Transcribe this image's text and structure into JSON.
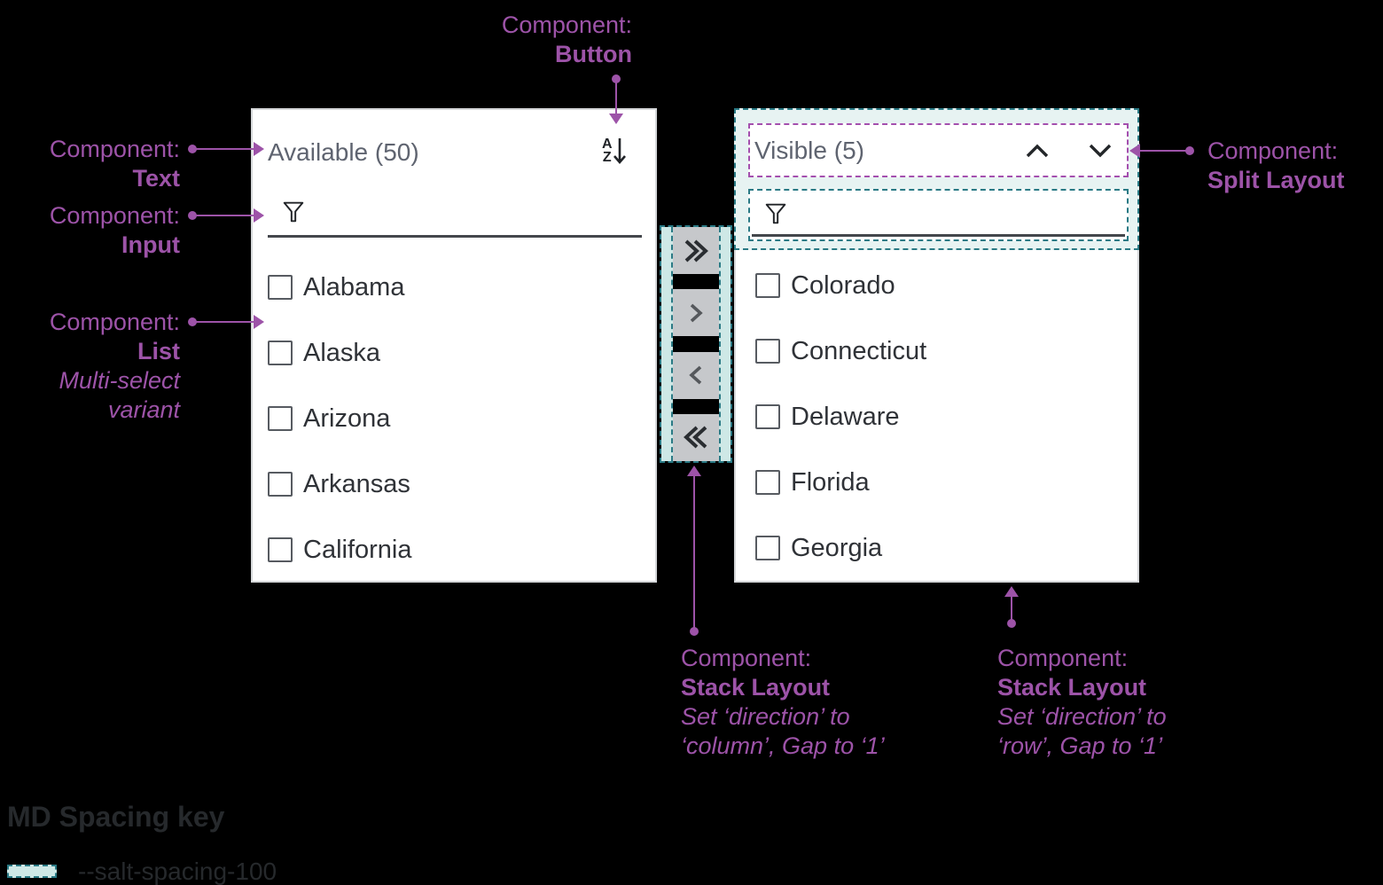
{
  "colors": {
    "page_bg": "#000000",
    "accent_purple": "#9D53A8",
    "purple_dash": "#A44FAE",
    "teal_border": "#2A7A85",
    "teal_fill_light": "#E7F3F2",
    "teal_fill": "#CEE8E6",
    "panel_bg": "#FFFFFF",
    "header_text": "#5F6470",
    "item_text": "#2F3237",
    "button_gray": "#C6C8CB",
    "dark_text": "#26292C"
  },
  "annotations": {
    "button": {
      "prefix": "Component:",
      "label": "Button"
    },
    "text": {
      "prefix": "Component:",
      "label": "Text"
    },
    "input": {
      "prefix": "Component:",
      "label": "Input"
    },
    "list": {
      "prefix": "Component:",
      "label": "List",
      "note_line1": "Multi-select",
      "note_line2": "variant"
    },
    "split_layout": {
      "prefix": "Component:",
      "label": "Split Layout"
    },
    "stack_column": {
      "prefix": "Component:",
      "label": "Stack Layout",
      "note_line1": "Set ‘direction’ to",
      "note_line2": "‘column’, Gap to ‘1’"
    },
    "stack_row": {
      "prefix": "Component:",
      "label": "Stack Layout",
      "note_line1": "Set ‘direction’ to",
      "note_line2": "‘row’, Gap to ‘1’"
    }
  },
  "left_panel": {
    "header": "Available (50)",
    "sort_icon": "sort-az-descending-icon",
    "sort_letter_top": "A",
    "sort_letter_bottom": "Z",
    "filter_icon": "filter-icon",
    "filter_value": "",
    "items": [
      "Alabama",
      "Alaska",
      "Arizona",
      "Arkansas",
      "California"
    ]
  },
  "right_panel": {
    "header": "Visible (5)",
    "up_icon": "chevron-up-icon",
    "down_icon": "chevron-down-icon",
    "filter_icon": "filter-icon",
    "filter_value": "",
    "items": [
      "Colorado",
      "Connecticut",
      "Delaware",
      "Florida",
      "Georgia"
    ]
  },
  "transfer_buttons": [
    {
      "name": "move-all-right",
      "icon": "double-chevron-right"
    },
    {
      "name": "move-right",
      "icon": "chevron-right"
    },
    {
      "name": "move-left",
      "icon": "chevron-left"
    },
    {
      "name": "move-all-left",
      "icon": "double-chevron-left"
    }
  ],
  "spacing_key": {
    "title": "MD Spacing key",
    "token_label": "--salt-spacing-100"
  }
}
